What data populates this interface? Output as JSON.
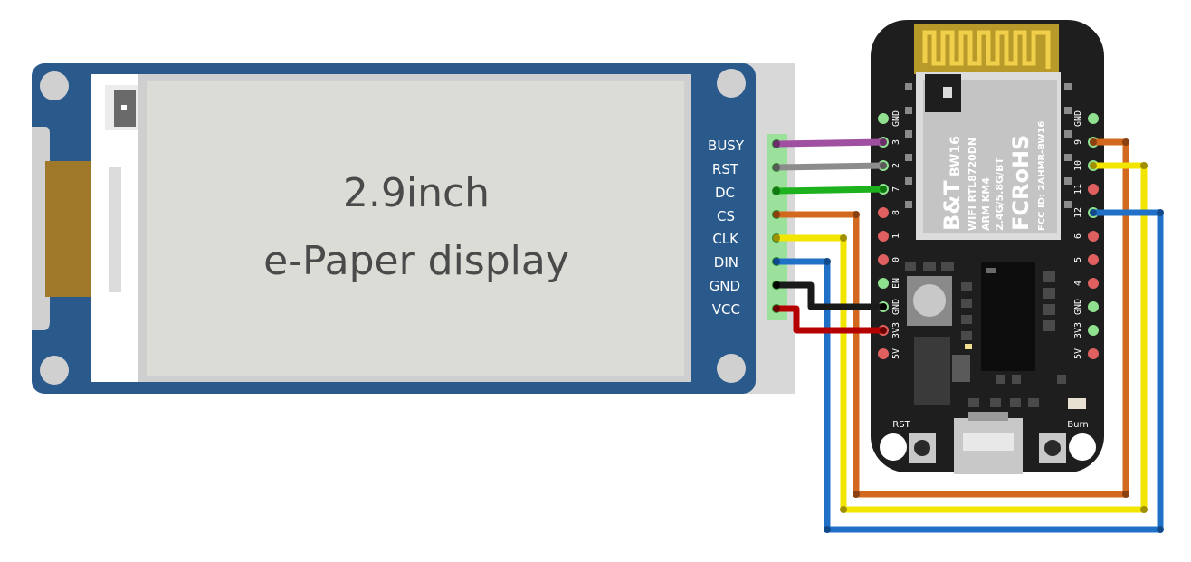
{
  "epaper": {
    "title_line1": "2.9inch",
    "title_line2": "e-Paper display",
    "pins": [
      "BUSY",
      "RST",
      "DC",
      "CS",
      "CLK",
      "DIN",
      "GND",
      "VCC"
    ]
  },
  "board": {
    "brand": "B&T",
    "model": "BW16",
    "line1": "WIFI RTL8720DN",
    "line2": "ARM KM4",
    "line3": "2.4G/5.8G/BT",
    "fc_ross": "FCRoHS",
    "fcc": "FCC ID: 2AHMR-BW16",
    "left_pins": [
      "GND",
      "3",
      "2",
      "7",
      "8",
      "1",
      "0",
      "EN",
      "GND",
      "3V3",
      "5V"
    ],
    "right_pins": [
      "GND",
      "9",
      "10",
      "11",
      "12",
      "6",
      "5",
      "4",
      "GND",
      "3V3",
      "5V"
    ],
    "rst_label": "RST",
    "burn_label": "Burn"
  },
  "colors": {
    "busy": "#a050a0",
    "rst": "#8c8c8c",
    "dc": "#1db21d",
    "cs": "#d2691e",
    "clk": "#f2e600",
    "din": "#2070c8",
    "gnd": "#1a1a1a",
    "vcc": "#b40000"
  }
}
